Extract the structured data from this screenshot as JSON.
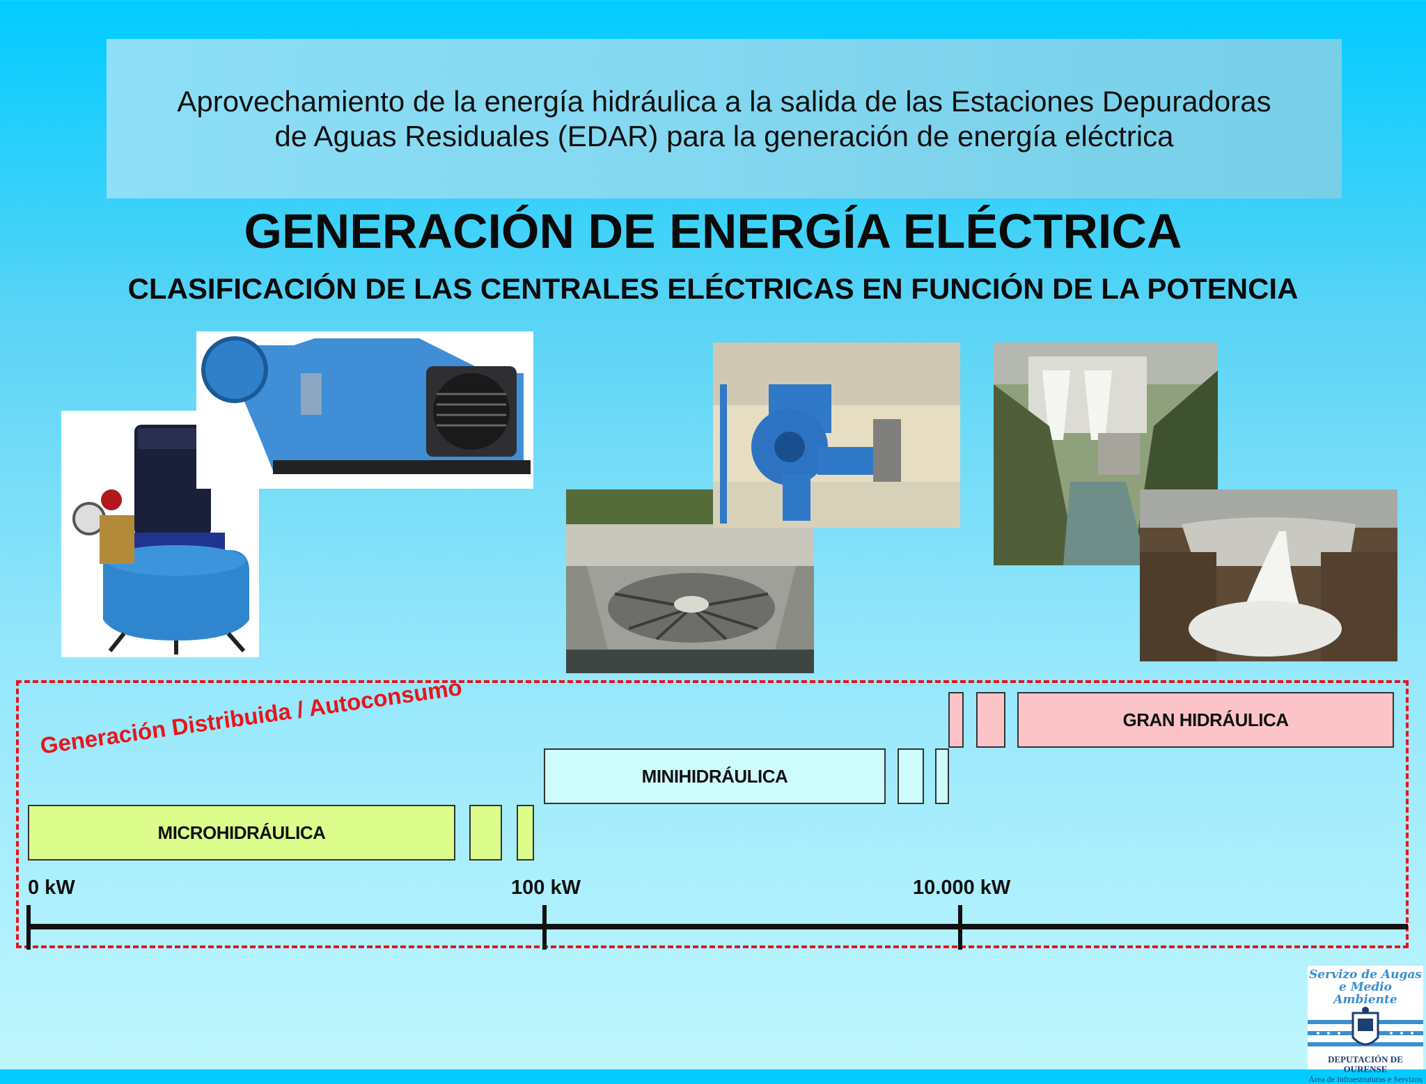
{
  "header": {
    "line1": "Aprovechamiento de la energía hidráulica a la salida de las Estaciones Depuradoras",
    "line2": "de Aguas Residuales (EDAR) para la generación de energía eléctrica"
  },
  "main_title": "GENERACIÓN DE ENERGÍA ELÉCTRICA",
  "subtitle": "CLASIFICACIÓN DE LAS CENTRALES ELÉCTRICAS EN FUNCIÓN DE LA POTENCIA",
  "distributed_label": "Generación Distribuida / Autoconsumo",
  "categories": {
    "micro": "MICROHIDRÁULICA",
    "mini": "MINIHIDRÁULICA",
    "gran": "GRAN HIDRÁULICA"
  },
  "axis_ticks": [
    "0 kW",
    "100 kW",
    "10.000 kW"
  ],
  "colors": {
    "micro": "#dcfd8c",
    "mini": "#cefcfd",
    "gran": "#fcc4c8",
    "dashed_frame": "#e8141c"
  },
  "logo": {
    "top_line1": "Servizo de Augas",
    "top_line2": "e Medio Ambiente",
    "bottom_line1": "DEPUTACIÓN DE OURENSE",
    "bottom_line2": "Área de Infraestruturas e Servizos"
  }
}
